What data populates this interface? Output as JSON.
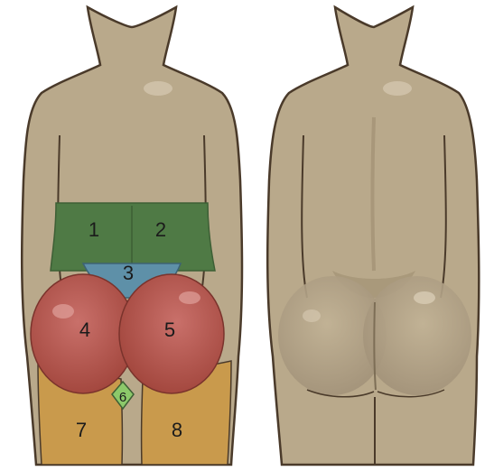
{
  "figure": {
    "left_panel": {
      "zones": [
        {
          "label": "1",
          "name": "upper-back-left",
          "color": "#4f7a45"
        },
        {
          "label": "2",
          "name": "upper-back-right",
          "color": "#4f7a45"
        },
        {
          "label": "3",
          "name": "sacral-area",
          "color": "#5e90a8"
        },
        {
          "label": "4",
          "name": "buttock-left",
          "color": "#b4574f"
        },
        {
          "label": "5",
          "name": "buttock-right",
          "color": "#b4574f"
        },
        {
          "label": "6",
          "name": "gluteal-fold",
          "color": "#8cc96a"
        },
        {
          "label": "7",
          "name": "thigh-left",
          "color": "#c99a4c"
        },
        {
          "label": "8",
          "name": "thigh-right",
          "color": "#c99a4c"
        }
      ]
    },
    "right_panel": {
      "skin_color": "#b9a98b"
    },
    "colors": {
      "skin": "#b9a98b",
      "outline": "#4a3a2a",
      "background": "#ffffff"
    }
  }
}
